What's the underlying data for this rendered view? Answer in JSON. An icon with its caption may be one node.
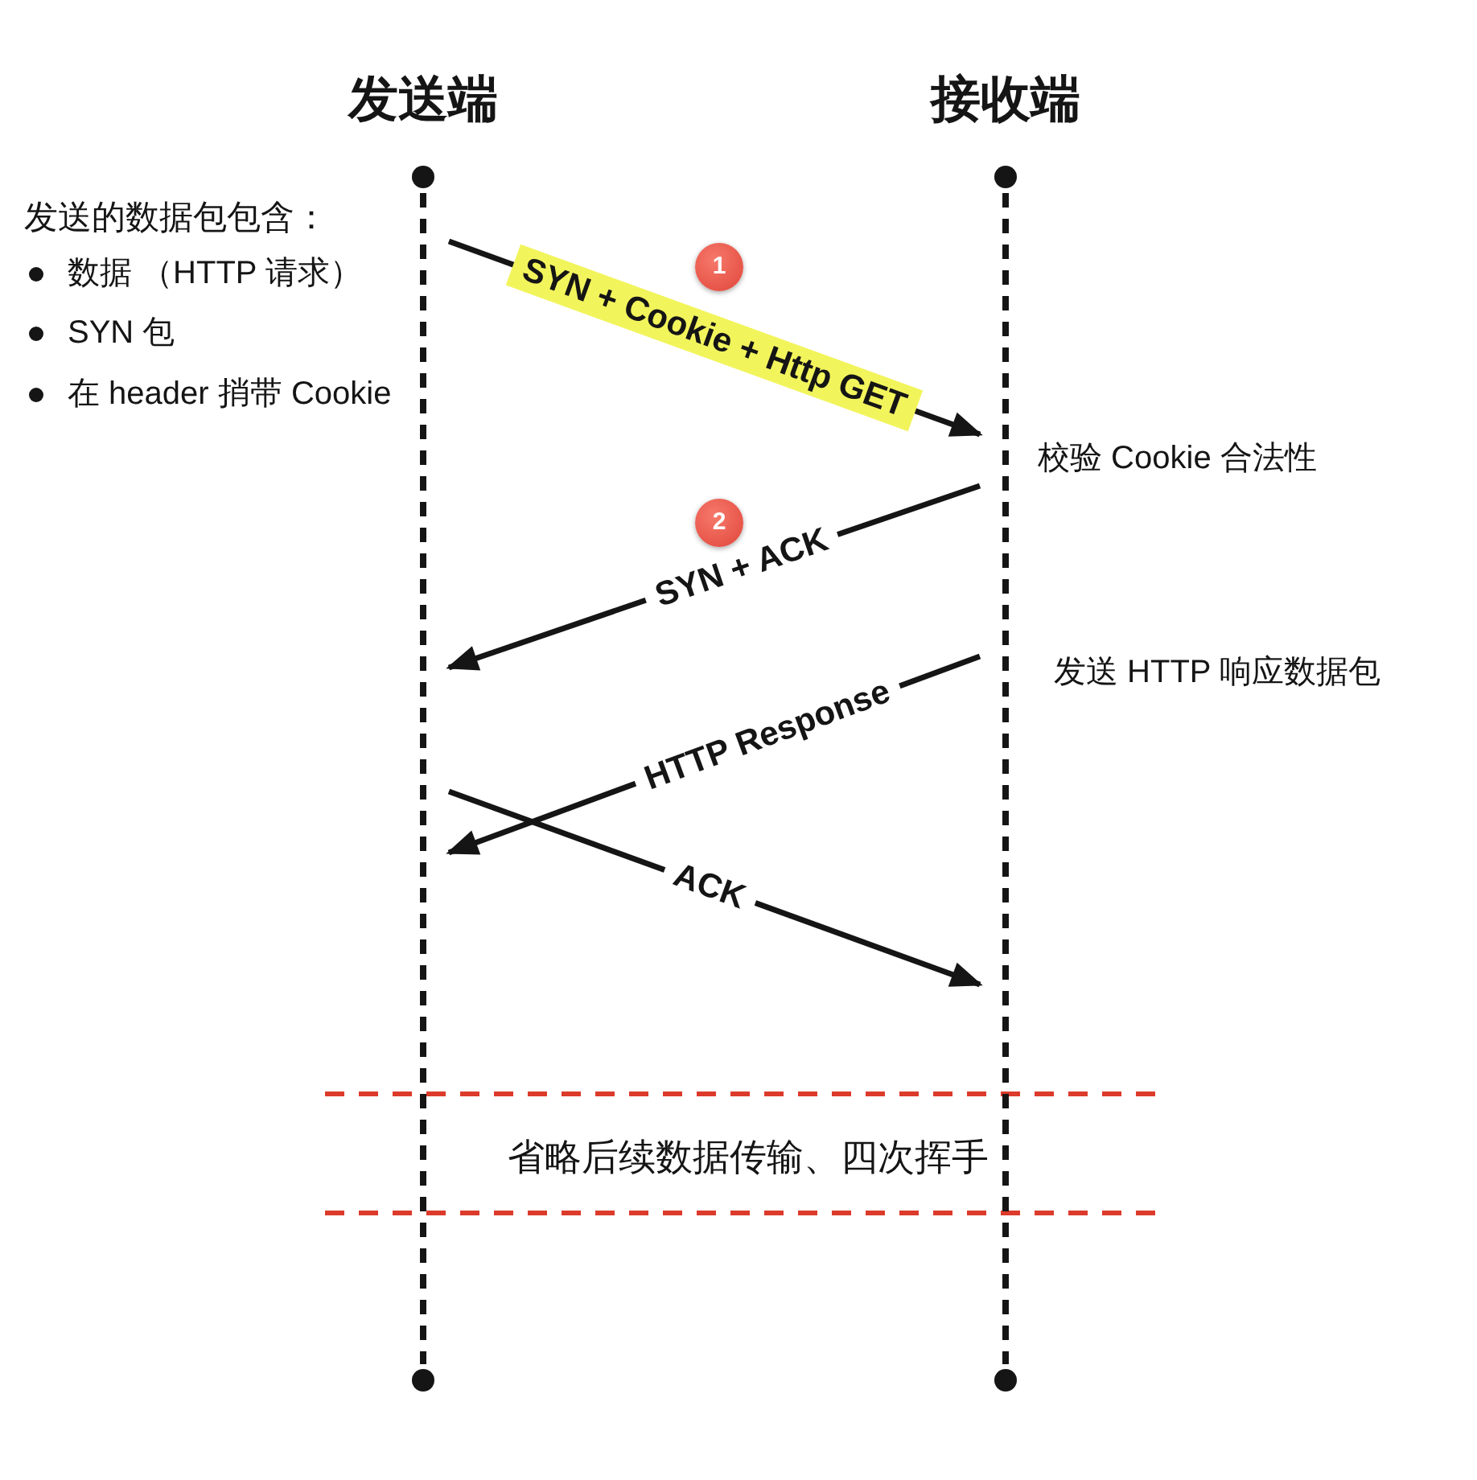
{
  "diagram": {
    "nodes": [
      {
        "text": [
          "发送端"
        ]
      },
      {
        "text": [
          "接收端"
        ]
      }
    ],
    "edges": [
      {
        "from": 0,
        "to": 1,
        "arrow": "to",
        "label": "SYN + Cookie + Http GET"
      },
      {
        "from": 1,
        "to": 0,
        "arrow": "to",
        "label": "SYN + ACK"
      },
      {
        "from": 1,
        "to": 0,
        "arrow": "to",
        "label": "HTTP Response"
      },
      {
        "from": 0,
        "to": 1,
        "arrow": "to",
        "label": "ACK"
      }
    ],
    "labels": [
      "发送的数据包包含：",
      "数据 （HTTP 请求）",
      "SYN 包",
      "在 header 捎带 Cookie",
      "1",
      "校验 Cookie 合法性",
      "2",
      "发送 HTTP 响应数据包",
      "省略后续数据传输、四次挥手"
    ]
  }
}
